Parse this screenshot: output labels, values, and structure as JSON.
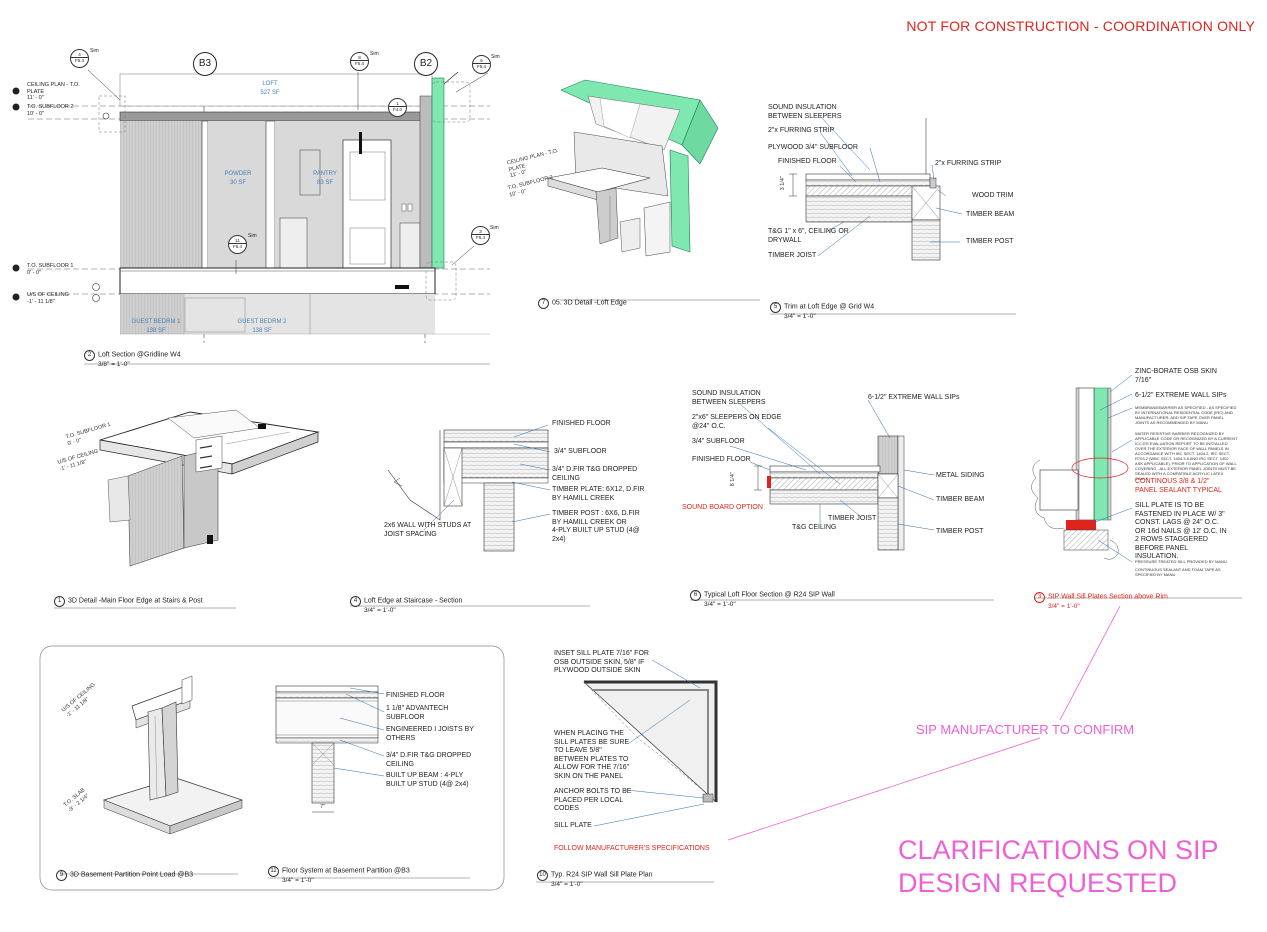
{
  "sheet": {
    "notice": "NOT FOR CONSTRUCTION - COORDINATION ONLY",
    "markup_confirm": "SIP MANUFACTURER TO CONFIRM",
    "markup_clarify": "CLARIFICATIONS ON SIP\nDESIGN REQUESTED",
    "colors": {
      "notice": "#e0241b",
      "markup": "#ee60d6",
      "sip_fill": "#7fe8b0",
      "room_text": "#4a7fb8"
    }
  },
  "loft_section": {
    "grid_b3": "B3",
    "grid_b2": "B2",
    "elev_ceiling": "CEILING PLAN - T.O.\nPLATE\n11' - 0\"",
    "elev_subfloor2": "T.O. SUBFLOOR 2\n10' - 0\"",
    "elev_subfloor1": "T.O. SUBFLOOR 1\n0' - 0\"",
    "elev_us_ceiling": "U/S OF CEILING\n-1' - 11 1/8\"",
    "room_loft": "LOFT\n527 SF",
    "room_powder": "POWDER\n30 SF",
    "room_pantry": "PANTRY\n83 SF",
    "room_guest1": "GUEST BEDRM 1\n138 SF",
    "room_guest2": "GUEST BEDRM 2\n138 SF",
    "tag_sim": "Sim",
    "tags": [
      {
        "num": "4",
        "sheet": "F5.4"
      },
      {
        "num": "8",
        "sheet": "F5.4"
      },
      {
        "num": "6",
        "sheet": "F5.4"
      },
      {
        "num": "1",
        "sheet": "F4.0"
      },
      {
        "num": "11",
        "sheet": "F5.4"
      },
      {
        "num": "3",
        "sheet": "F5.4"
      }
    ]
  },
  "views": [
    {
      "num": "2",
      "name": "Loft Section @Gridline W4",
      "scale": "3/8\" = 1'-0\""
    },
    {
      "num": "7",
      "name": "05. 3D Detail -Loft Edge",
      "scale": ""
    },
    {
      "num": "5",
      "name": "Trim at Loft Edge @ Grid W4",
      "scale": "3/4\" = 1'-0\""
    },
    {
      "num": "1",
      "name": "3D Detail -Main Floor Edge at Stairs & Post",
      "scale": ""
    },
    {
      "num": "4",
      "name": "Loft Edge at Staircase - Section",
      "scale": "3/4\" = 1'-0\""
    },
    {
      "num": "6",
      "name": "Typical Loft Floor Section @ R24 SIP Wall",
      "scale": "3/4\" = 1'-0\""
    },
    {
      "num": "3",
      "name": "SIP Wall Sill Plates Section above Rim",
      "scale": "3/4\" = 1'-0\""
    },
    {
      "num": "9",
      "name": "3D Basement Partition Point Load @B3",
      "scale": ""
    },
    {
      "num": "11",
      "name": "Floor System at Basement Partition @B3",
      "scale": "3/4\" = 1'-0\""
    },
    {
      "num": "10",
      "name": "Typ. R24 SIP Wall Sill Plate Plan",
      "scale": "3/4\" = 1'-0\""
    }
  ],
  "detail7": {
    "elev_ceiling": "CEILING PLAN - T.O.\nPLATE\n11' - 0\"",
    "elev_subfloor2": "T.O. SUBFLOOR 2\n10' - 0\""
  },
  "detail5": {
    "sound": "SOUND INSULATION\nBETWEEN SLEEPERS",
    "furring1": "2\"x FURRING STRIP",
    "plywood": "PLYWOOD 3/4\" SUBFLOOR",
    "finished": "FINISHED FLOOR",
    "furring2": "2\"x FURRING STRIP",
    "trim": "WOOD TRIM",
    "beam": "TIMBER BEAM",
    "tg": "T&G 1\" x 6\", CEILING OR\nDRYWALL",
    "post": "TIMBER POST",
    "joist": "TIMBER JOIST",
    "dim": "3 1/4\""
  },
  "detail1": {
    "elev_subfloor": "T.O. SUBFLOOR 1\n0' - 0\"",
    "elev_ceiling": "U/S OF CEILING\n-1' - 11 1/8\""
  },
  "detail4": {
    "finished": "FINISHED FLOOR",
    "subfloor": "3/4\" SUBFLOOR",
    "ceiling": "3/4\" D.FIR T&G DROPPED\nCEILING",
    "plate": "TIMBER PLATE: 6X12, D.FIR\nBY HAMILL CREEK",
    "post": "TIMBER POST : 6X6, D.FIR\nBY HAMILL CREEK OR\n4-PLY BUILT UP STUD (4@\n2x4)",
    "wall": "2x6 WALL WITH STUDS AT\nJOIST SPACING"
  },
  "detail6": {
    "sound": "SOUND INSULATION\nBETWEEN SLEEPERS",
    "sleepers": "2\"x6\" SLEEPERS ON EDGE\n@24\" O.C.",
    "subfloor": "3/4\" SUBFLOOR",
    "finished": "FINISHED FLOOR",
    "sound_option": "SOUND BOARD OPTION",
    "tg": "T&G CEILING",
    "joist": "TIMBER JOIST",
    "sips": "6-1/2\" EXTREME WALL SIPs",
    "siding": "METAL SIDING",
    "beam": "TIMBER BEAM",
    "post": "TIMBER POST",
    "dim": "8 1/4\""
  },
  "detail3": {
    "osb": "ZINC-BORATE OSB SKIN\n7/16\"",
    "sips": "6-1/2\" EXTREME WALL SIPs",
    "membrane": "MEMBRANE/BARRIER AS SPECIFIED - AS SPECIFIED\nBY INTERNATIONAL RESIDENTIAL CODE (IRC) AND\nMANUFACTURER. ADD SIP TAPE OVER PANEL\nJOINTS AS RECOMMENDED BY MANU",
    "wrb": "WATER RESISTIVE BARRIER RECOGNIZED BY\nAPPLICABLE CODE OR RECOGNIZED BY A CURRENT\nICC-ES EVALUATION REPORT TO BE INSTALLED\nOVER THE EXTERIOR FACE OF WALL PANELS IN\nACCORDANCE WITH IBC SECT. 1404.2, IRC SECT.\nR703.2 (WBC SECT. 1404.3.8 AND IRC SECT. 1402\nASK APPLICABLE). PRIOR TO APPLICATION OF WALL\nCOVERING . ALL EXTERIOR PANEL JOINTS MUST BE\nSEALED WITH A COMPATIBLE ACRYLIC LATEX\nCAULK",
    "sealant": "CONTINOUS 3/8 & 1/2\"\nPANEL SEALANT TYPICAL",
    "sill": "SILL PLATE IS TO BE\nFASTENED IN PLACE W/ 3\"\nCONST. LAGS @ 24\" O.C.\nOR 16d NAILS @ 12' O.C. IN\n2 ROWS STAGGERED\nBEFORE PANEL\nINSULATION.",
    "pt": "PRESSURE TREATED SILL PROVIDED BY MANU",
    "foam": "CONTINUOUS SEALANT AND FOAM TAPE AS\nSPECIFIED BY MANU"
  },
  "detail9": {
    "elev_ceiling": "U/S OF CEILING\n-1' - 11 1/8\"",
    "elev_slab": "T.O. SLAB\n-9' - 2 1/4\""
  },
  "detail11": {
    "finished": "FINISHED FLOOR",
    "advantech": "1 1/8\" ADVANTECH\nSUBFLOOR",
    "joists": "ENGINEERED I JOISTS BY\nOTHERS",
    "ceiling": "3/4\" D.FIR T&G DROPPED\nCEILING",
    "beam": "BUILT UP BEAM : 4-PLY\nBUILT UP STUD (4@ 2x4)",
    "dim": "7\""
  },
  "detail10": {
    "inset": "INSET SILL PLATE 7/16\" FOR\nOSB OUTSIDE SKIN, 5/8\" IF\nPLYWOOD OUTSIDE SKIN",
    "placing": "WHEN PLACING THE\nSILL PLATES BE SURE\nTO LEAVE 5/8\"\nBETWEEN PLATES TO\nALLOW FOR THE 7/16\"\nSKIN ON THE PANEL",
    "anchor": "ANCHOR BOLTS TO BE\nPLACED PER LOCAL\nCODES",
    "sill": "SILL PLATE",
    "follow": "FOLLOW MANUFACTURER'S SPECIFICATIONS"
  }
}
